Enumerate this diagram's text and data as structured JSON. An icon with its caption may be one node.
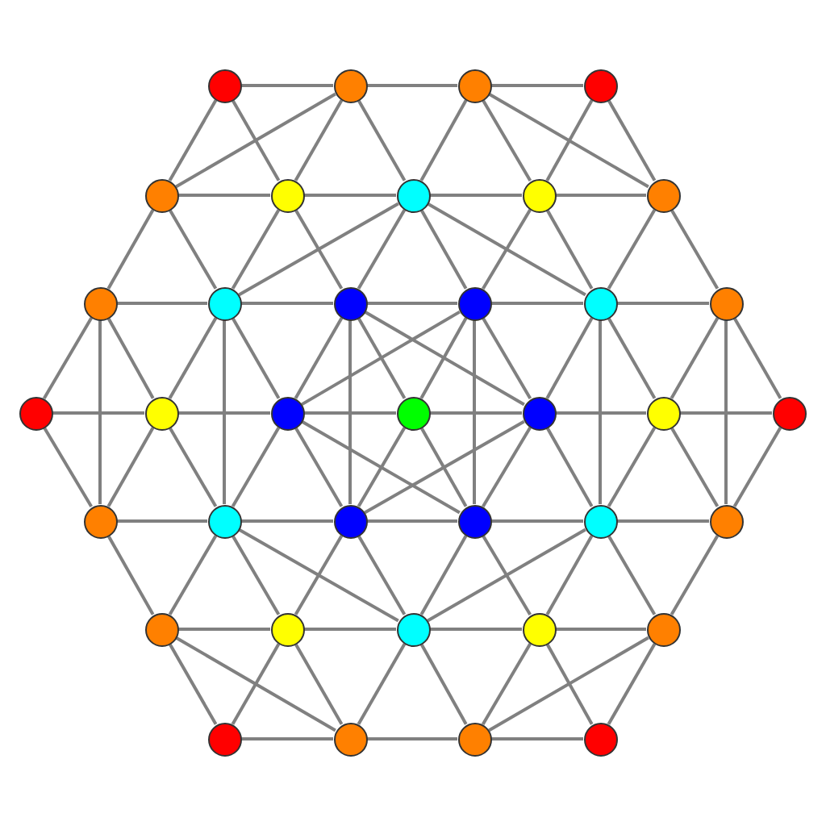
{
  "diagram": {
    "nodes": [
      {
        "text": [],
        "shape": "circle"
      },
      {
        "text": [],
        "shape": "circle"
      },
      {
        "text": [],
        "shape": "circle"
      },
      {
        "text": [],
        "shape": "circle"
      },
      {
        "text": [],
        "shape": "circle"
      },
      {
        "text": [],
        "shape": "circle"
      },
      {
        "text": [],
        "shape": "circle"
      },
      {
        "text": [],
        "shape": "circle"
      },
      {
        "text": [],
        "shape": "circle"
      },
      {
        "text": [],
        "shape": "circle"
      },
      {
        "text": [],
        "shape": "circle"
      },
      {
        "text": [],
        "shape": "circle"
      },
      {
        "text": [],
        "shape": "circle"
      },
      {
        "text": [],
        "shape": "circle"
      },
      {
        "text": [],
        "shape": "circle"
      },
      {
        "text": [],
        "shape": "circle"
      },
      {
        "text": [],
        "shape": "circle"
      },
      {
        "text": [],
        "shape": "circle"
      },
      {
        "text": [],
        "shape": "circle"
      },
      {
        "text": [],
        "shape": "circle"
      },
      {
        "text": [],
        "shape": "circle"
      },
      {
        "text": [],
        "shape": "circle"
      },
      {
        "text": [],
        "shape": "circle"
      },
      {
        "text": [],
        "shape": "circle"
      },
      {
        "text": [],
        "shape": "circle"
      },
      {
        "text": [],
        "shape": "circle"
      },
      {
        "text": [],
        "shape": "circle"
      },
      {
        "text": [],
        "shape": "circle"
      },
      {
        "text": [],
        "shape": "circle"
      },
      {
        "text": [],
        "shape": "circle"
      },
      {
        "text": [],
        "shape": "circle"
      },
      {
        "text": [],
        "shape": "circle"
      },
      {
        "text": [],
        "shape": "circle"
      },
      {
        "text": [],
        "shape": "circle"
      },
      {
        "text": [],
        "shape": "circle"
      },
      {
        "text": [],
        "shape": "circle"
      },
      {
        "text": [],
        "shape": "circle"
      }
    ],
    "edges": [
      {
        "from": 0,
        "to": 1,
        "arrow": "none"
      },
      {
        "from": 1,
        "to": 2,
        "arrow": "none"
      },
      {
        "from": 2,
        "to": 3,
        "arrow": "none"
      },
      {
        "from": 0,
        "to": 4,
        "arrow": "none"
      },
      {
        "from": 0,
        "to": 5,
        "arrow": "none"
      },
      {
        "from": 1,
        "to": 4,
        "arrow": "none"
      },
      {
        "from": 1,
        "to": 5,
        "arrow": "none"
      },
      {
        "from": 1,
        "to": 6,
        "arrow": "none"
      },
      {
        "from": 2,
        "to": 6,
        "arrow": "none"
      },
      {
        "from": 2,
        "to": 7,
        "arrow": "none"
      },
      {
        "from": 2,
        "to": 8,
        "arrow": "none"
      },
      {
        "from": 3,
        "to": 7,
        "arrow": "none"
      },
      {
        "from": 3,
        "to": 8,
        "arrow": "none"
      },
      {
        "from": 4,
        "to": 5,
        "arrow": "none"
      },
      {
        "from": 5,
        "to": 6,
        "arrow": "none"
      },
      {
        "from": 6,
        "to": 7,
        "arrow": "none"
      },
      {
        "from": 7,
        "to": 8,
        "arrow": "none"
      },
      {
        "from": 4,
        "to": 9,
        "arrow": "none"
      },
      {
        "from": 4,
        "to": 10,
        "arrow": "none"
      },
      {
        "from": 5,
        "to": 10,
        "arrow": "none"
      },
      {
        "from": 5,
        "to": 11,
        "arrow": "none"
      },
      {
        "from": 6,
        "to": 10,
        "arrow": "none"
      },
      {
        "from": 6,
        "to": 11,
        "arrow": "none"
      },
      {
        "from": 6,
        "to": 12,
        "arrow": "none"
      },
      {
        "from": 6,
        "to": 13,
        "arrow": "none"
      },
      {
        "from": 7,
        "to": 12,
        "arrow": "none"
      },
      {
        "from": 7,
        "to": 13,
        "arrow": "none"
      },
      {
        "from": 8,
        "to": 13,
        "arrow": "none"
      },
      {
        "from": 8,
        "to": 14,
        "arrow": "none"
      },
      {
        "from": 9,
        "to": 10,
        "arrow": "none"
      },
      {
        "from": 10,
        "to": 11,
        "arrow": "none"
      },
      {
        "from": 11,
        "to": 12,
        "arrow": "none"
      },
      {
        "from": 12,
        "to": 13,
        "arrow": "none"
      },
      {
        "from": 13,
        "to": 14,
        "arrow": "none"
      },
      {
        "from": 9,
        "to": 15,
        "arrow": "none"
      },
      {
        "from": 9,
        "to": 16,
        "arrow": "none"
      },
      {
        "from": 9,
        "to": 22,
        "arrow": "none"
      },
      {
        "from": 10,
        "to": 16,
        "arrow": "none"
      },
      {
        "from": 10,
        "to": 17,
        "arrow": "none"
      },
      {
        "from": 10,
        "to": 23,
        "arrow": "none"
      },
      {
        "from": 11,
        "to": 17,
        "arrow": "none"
      },
      {
        "from": 11,
        "to": 18,
        "arrow": "none"
      },
      {
        "from": 11,
        "to": 19,
        "arrow": "none"
      },
      {
        "from": 11,
        "to": 24,
        "arrow": "none"
      },
      {
        "from": 12,
        "to": 17,
        "arrow": "none"
      },
      {
        "from": 12,
        "to": 18,
        "arrow": "none"
      },
      {
        "from": 12,
        "to": 19,
        "arrow": "none"
      },
      {
        "from": 12,
        "to": 25,
        "arrow": "none"
      },
      {
        "from": 13,
        "to": 19,
        "arrow": "none"
      },
      {
        "from": 13,
        "to": 20,
        "arrow": "none"
      },
      {
        "from": 13,
        "to": 26,
        "arrow": "none"
      },
      {
        "from": 14,
        "to": 20,
        "arrow": "none"
      },
      {
        "from": 14,
        "to": 21,
        "arrow": "none"
      },
      {
        "from": 14,
        "to": 27,
        "arrow": "none"
      },
      {
        "from": 15,
        "to": 16,
        "arrow": "none"
      },
      {
        "from": 16,
        "to": 17,
        "arrow": "none"
      },
      {
        "from": 17,
        "to": 18,
        "arrow": "none"
      },
      {
        "from": 18,
        "to": 19,
        "arrow": "none"
      },
      {
        "from": 19,
        "to": 20,
        "arrow": "none"
      },
      {
        "from": 20,
        "to": 21,
        "arrow": "none"
      },
      {
        "from": 15,
        "to": 22,
        "arrow": "none"
      },
      {
        "from": 16,
        "to": 22,
        "arrow": "none"
      },
      {
        "from": 16,
        "to": 23,
        "arrow": "none"
      },
      {
        "from": 17,
        "to": 23,
        "arrow": "none"
      },
      {
        "from": 17,
        "to": 24,
        "arrow": "none"
      },
      {
        "from": 17,
        "to": 25,
        "arrow": "none"
      },
      {
        "from": 18,
        "to": 24,
        "arrow": "none"
      },
      {
        "from": 18,
        "to": 25,
        "arrow": "none"
      },
      {
        "from": 19,
        "to": 24,
        "arrow": "none"
      },
      {
        "from": 19,
        "to": 25,
        "arrow": "none"
      },
      {
        "from": 19,
        "to": 26,
        "arrow": "none"
      },
      {
        "from": 20,
        "to": 26,
        "arrow": "none"
      },
      {
        "from": 20,
        "to": 27,
        "arrow": "none"
      },
      {
        "from": 21,
        "to": 27,
        "arrow": "none"
      },
      {
        "from": 22,
        "to": 23,
        "arrow": "none"
      },
      {
        "from": 23,
        "to": 24,
        "arrow": "none"
      },
      {
        "from": 24,
        "to": 25,
        "arrow": "none"
      },
      {
        "from": 25,
        "to": 26,
        "arrow": "none"
      },
      {
        "from": 26,
        "to": 27,
        "arrow": "none"
      },
      {
        "from": 22,
        "to": 28,
        "arrow": "none"
      },
      {
        "from": 23,
        "to": 28,
        "arrow": "none"
      },
      {
        "from": 23,
        "to": 29,
        "arrow": "none"
      },
      {
        "from": 23,
        "to": 30,
        "arrow": "none"
      },
      {
        "from": 24,
        "to": 29,
        "arrow": "none"
      },
      {
        "from": 24,
        "to": 30,
        "arrow": "none"
      },
      {
        "from": 25,
        "to": 30,
        "arrow": "none"
      },
      {
        "from": 25,
        "to": 31,
        "arrow": "none"
      },
      {
        "from": 26,
        "to": 30,
        "arrow": "none"
      },
      {
        "from": 26,
        "to": 31,
        "arrow": "none"
      },
      {
        "from": 26,
        "to": 32,
        "arrow": "none"
      },
      {
        "from": 27,
        "to": 32,
        "arrow": "none"
      },
      {
        "from": 28,
        "to": 29,
        "arrow": "none"
      },
      {
        "from": 29,
        "to": 30,
        "arrow": "none"
      },
      {
        "from": 30,
        "to": 31,
        "arrow": "none"
      },
      {
        "from": 31,
        "to": 32,
        "arrow": "none"
      },
      {
        "from": 28,
        "to": 33,
        "arrow": "none"
      },
      {
        "from": 28,
        "to": 34,
        "arrow": "none"
      },
      {
        "from": 29,
        "to": 33,
        "arrow": "none"
      },
      {
        "from": 29,
        "to": 34,
        "arrow": "none"
      },
      {
        "from": 30,
        "to": 34,
        "arrow": "none"
      },
      {
        "from": 30,
        "to": 35,
        "arrow": "none"
      },
      {
        "from": 31,
        "to": 35,
        "arrow": "none"
      },
      {
        "from": 31,
        "to": 36,
        "arrow": "none"
      },
      {
        "from": 32,
        "to": 35,
        "arrow": "none"
      },
      {
        "from": 32,
        "to": 36,
        "arrow": "none"
      },
      {
        "from": 33,
        "to": 34,
        "arrow": "none"
      },
      {
        "from": 34,
        "to": 35,
        "arrow": "none"
      },
      {
        "from": 35,
        "to": 36,
        "arrow": "none"
      }
    ]
  }
}
